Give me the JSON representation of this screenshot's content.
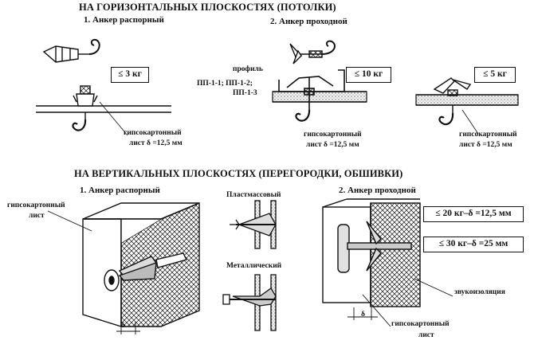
{
  "horizontal": {
    "title": "НА ГОРИЗОНТАЛЬНЫХ ПЛОСКОСТЯХ (ПОТОЛКИ)",
    "anchor1_label": "1. Анкер распорный",
    "anchor2_label": "2. Анкер проходной",
    "load1": "≤ 3 кг",
    "load2": "≤ 10 кг",
    "load3": "≤ 5 кг",
    "profile_label": "профиль",
    "profile_types_1": "ПП-1-1; ПП-1-2;",
    "profile_types_2": "ПП-1-3",
    "board1_l1": "гипсокартонный",
    "board1_l2": "лист δ =12,5 мм",
    "board2_l1": "гипсокартонный",
    "board2_l2": "лист δ =12,5 мм",
    "board3_l1": "гипсокартонный",
    "board3_l2": "лист δ =12,5 мм"
  },
  "vertical": {
    "title": "НА ВЕРТИКАЛЬНЫХ ПЛОСКОСТЯХ (ПЕРЕГОРОДКИ, ОБШИВКИ)",
    "anchor1_label": "1. Анкер распорный",
    "anchor2_label": "2. Анкер проходной",
    "plastic_label": "Пластмассовый",
    "metal_label": "Металлический",
    "board_left_l1": "гипсокартонный",
    "board_left_l2": "лист",
    "load1": "≤ 20 кг–δ =12,5 мм",
    "load2": "≤ 30 кг–δ =25 мм",
    "insulation_label": "звукоизоляция",
    "board_right_l1": "гипсокартонный",
    "board_right_l2": "лист",
    "delta1": "δ",
    "delta2": "δ"
  },
  "colors": {
    "ink": "#111111",
    "fill_gray": "#cfcfcf",
    "dot_fill": "#e6e6e6"
  }
}
